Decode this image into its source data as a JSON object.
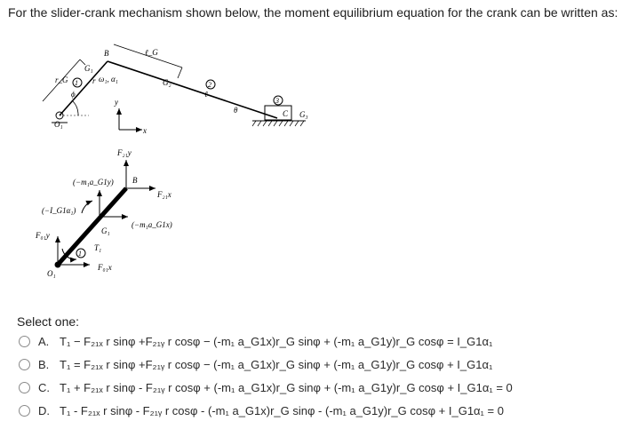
{
  "question": {
    "text": "For the slider-crank mechanism shown below, the moment equilibrium equation for the crank can be written as:"
  },
  "figure": {
    "labels": {
      "B": "B",
      "G1": "G₁",
      "G2": "G₂",
      "G3": "G₃",
      "C": "C",
      "O1": "O₁",
      "phi": "ϕ",
      "theta": "θ",
      "r": "r",
      "rG": "r_G",
      "lG": "ℓ_G",
      "l": "ℓ",
      "omega_alpha": "ω₁, α₁",
      "x": "x",
      "y": "y",
      "link1": "1",
      "link2": "2",
      "link3": "3",
      "F21y": "F₂₁y",
      "F21x": "F₂₁x",
      "F01y": "F₀₁y",
      "F01x": "F₀₁x",
      "m1aG1y": "(−m₁a_G1y)",
      "m1aG1x": "(−m₁a_G1x)",
      "IG1alpha1": "(−I_G1α₁)",
      "T1": "T₁"
    }
  },
  "select_one": "Select one:",
  "options": [
    {
      "letter": "A.",
      "text": "T₁ − F₂₁ₓ r sinφ +F₂₁ᵧ r cosφ − (-m₁ a_G1x)r_G sinφ + (-m₁ a_G1y)r_G cosφ = I_G1α₁"
    },
    {
      "letter": "B.",
      "text": "T₁ = F₂₁ₓ r sinφ +F₂₁ᵧ r cosφ − (-m₁ a_G1x)r_G sinφ + (-m₁ a_G1y)r_G cosφ + I_G1α₁"
    },
    {
      "letter": "C.",
      "text": "T₁ + F₂₁ₓ r sinφ - F₂₁ᵧ r cosφ + (-m₁ a_G1x)r_G sinφ + (-m₁ a_G1y)r_G cosφ + I_G1α₁ = 0"
    },
    {
      "letter": "D.",
      "text": "T₁ - F₂₁ₓ r sinφ - F₂₁ᵧ r cosφ - (-m₁ a_G1x)r_G sinφ - (-m₁ a_G1y)r_G cosφ + I_G1α₁ = 0"
    }
  ]
}
